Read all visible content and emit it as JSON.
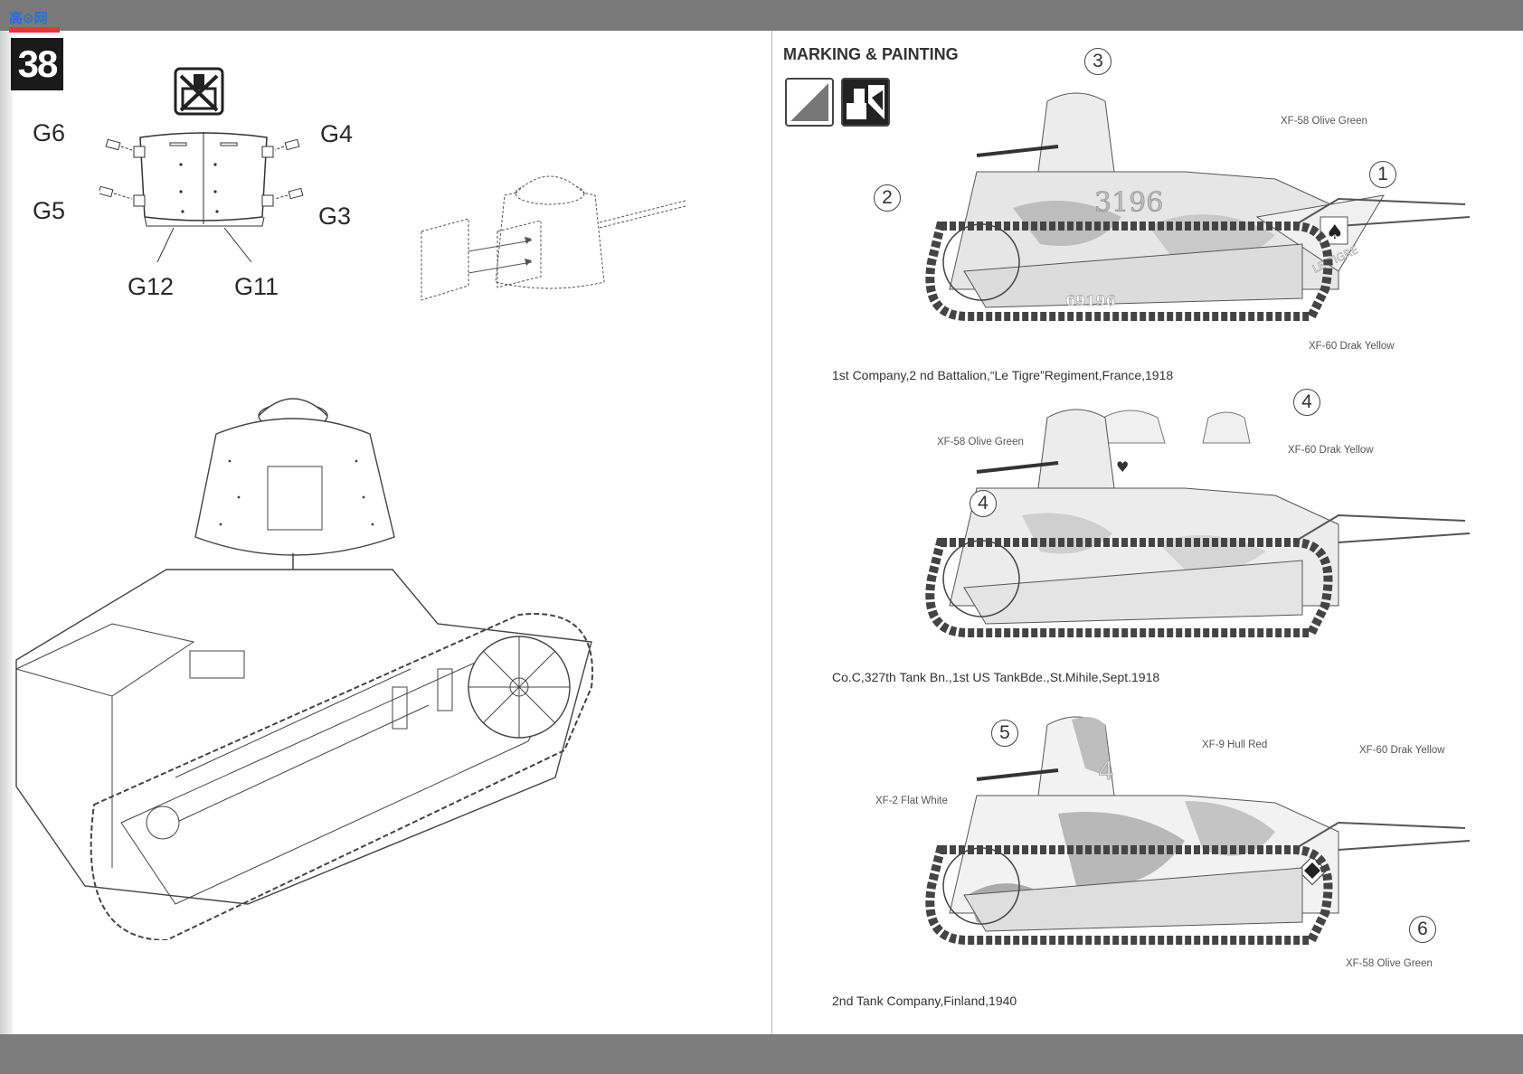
{
  "step": {
    "number": "38"
  },
  "watermark": {
    "text": "高⊙网"
  },
  "assembly": {
    "parts": {
      "g6": "G6",
      "g5": "G5",
      "g4": "G4",
      "g3": "G3",
      "g12": "G12",
      "g11": "G11"
    }
  },
  "marking": {
    "title": "MARKING & PAINTING",
    "schemes": [
      {
        "caption": "1st Company,2 nd Battalion,“Le Tigre”Regiment,France,1918",
        "serial": "3196",
        "hull_number": "69196",
        "name": "LE TIGRE",
        "callouts": [
          "3",
          "2",
          "1"
        ],
        "colors": [
          "XF-58 Olive Green",
          "XF-60 Drak Yellow"
        ]
      },
      {
        "caption": "Co.C,327th Tank Bn.,1st US TankBde.,St.Mihile,Sept.1918",
        "callouts": [
          "4",
          "4"
        ],
        "colors": [
          "XF-58 Olive Green",
          "XF-60 Drak Yellow"
        ]
      },
      {
        "caption": "2nd Tank Company,Finland,1940",
        "turret_number": "4",
        "callouts": [
          "5",
          "6"
        ],
        "colors": [
          "XF-9 Hull Red",
          "XF-60 Drak Yellow",
          "XF-2 Flat White",
          "XF-58 Olive Green"
        ]
      }
    ]
  }
}
